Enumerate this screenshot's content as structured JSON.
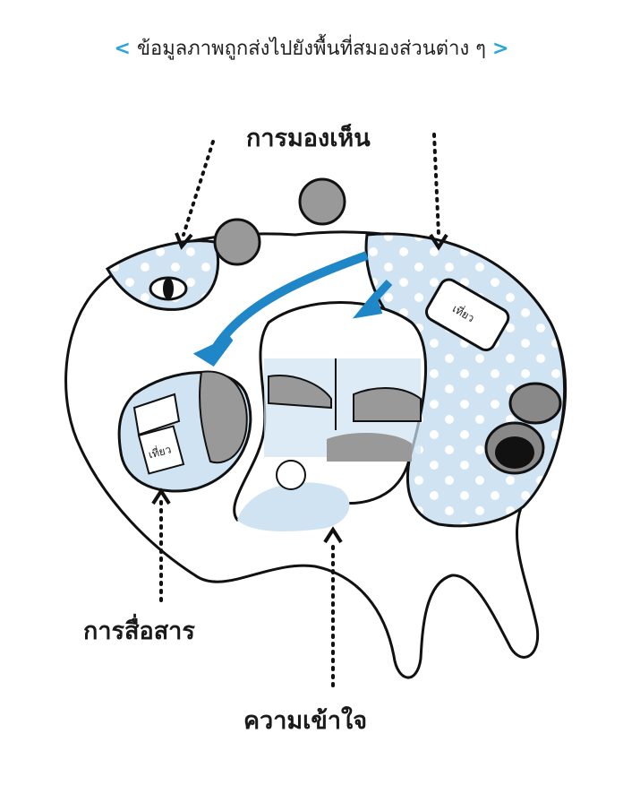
{
  "title": {
    "left_bracket": "<",
    "text": "ข้อมูลภาพถูกส่งไปยังพื้นที่สมองส่วนต่าง ๆ",
    "right_bracket": ">"
  },
  "labels": {
    "vision": "การมองเห็น",
    "communication": "การสื่อสาร",
    "understanding": "ความเข้าใจ"
  },
  "illustration": {
    "book_tag": "เที่ยว",
    "ticket_tag": "เที่ยว"
  },
  "colors": {
    "accent": "#1f86c8",
    "light_blue": "#cfe3f2",
    "bracket": "#2aa6d6",
    "gray": "#9a9a9a"
  }
}
